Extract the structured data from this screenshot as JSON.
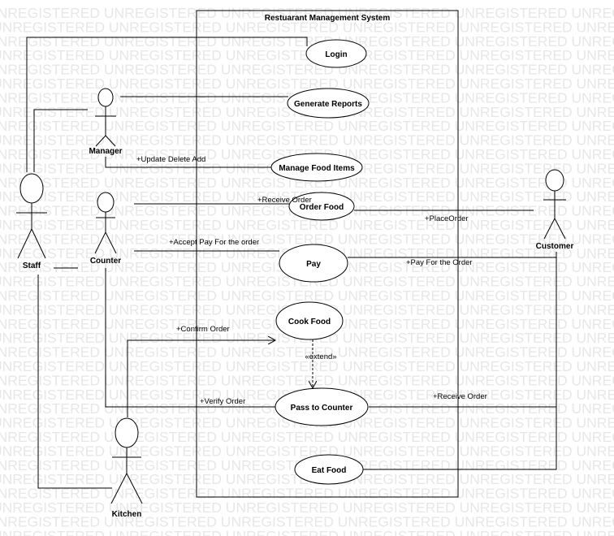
{
  "watermark": {
    "text": "UNREGISTERED UNREGISTERED UNREGISTERED UNREGISTERED UNREGISTERED UNREGISTERED UNREGISTERED UNREGISTERED"
  },
  "system": {
    "title": "Restuarant Management System"
  },
  "use_cases": {
    "login": "Login",
    "generate_reports": "Generate Reports",
    "manage_food_items": "Manage Food Items",
    "order_food": "Order Food",
    "pay": "Pay",
    "cook_food": "Cook Food",
    "pass_to_counter": "Pass to Counter",
    "eat_food": "Eat Food"
  },
  "actors": {
    "manager": "Manager",
    "staff": "Staff",
    "counter": "Counter",
    "customer": "Customer",
    "kitchen": "Kitchen"
  },
  "labels": {
    "update_delete_add": "+Update Delete Add",
    "receive_order_counter": "+Receive Order",
    "place_order": "+PlaceOrder",
    "accept_pay": "+Accept Pay For the order",
    "pay_for_order": "+Pay For the Order",
    "confirm_order": "+Confirm Order",
    "extend": "«extend»",
    "verify_order": "+Verify Order",
    "receive_order_customer": "+Receive Order"
  }
}
